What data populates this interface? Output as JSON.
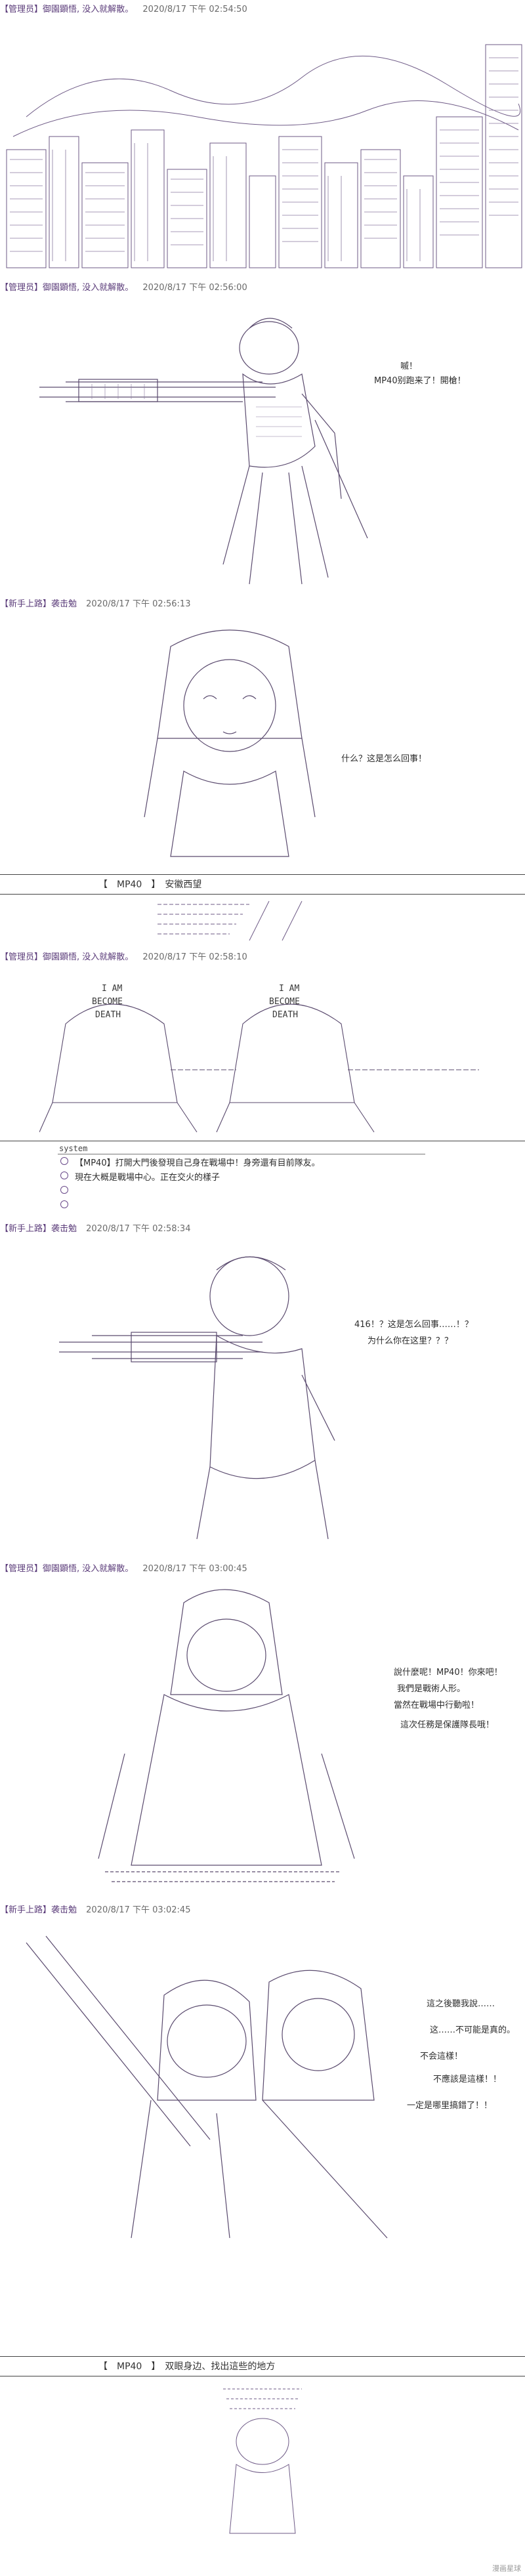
{
  "posts": [
    {
      "author": "【管理员】御園顕悟, 没入就解散。",
      "time": "2020/8/17 下午 02:54:50"
    },
    {
      "author": "【管理员】御園顕悟, 没入就解散。",
      "time": "2020/8/17 下午 02:56:00",
      "speech": [
        "嘁！",
        "MP40别跑来了！開槍！"
      ]
    },
    {
      "author": "【新手上路】袭击勉",
      "time": "2020/8/17 下午 02:56:13",
      "speech": [
        "什么？这是怎么回事！"
      ]
    },
    {
      "author": "【管理员】御園顕悟, 没入就解散。",
      "time": "2020/8/17 下午 02:58:10",
      "art_text": [
        "I AM",
        "BECOME",
        "DEATH"
      ]
    },
    {
      "author": "【新手上路】袭击勉",
      "time": "2020/8/17 下午 02:58:34",
      "speech": [
        "416！？这是怎么回事……！？",
        "为什么你在这里？？？"
      ]
    },
    {
      "author": "【管理员】御園顕悟, 没入就解散。",
      "time": "2020/8/17 下午 03:00:45",
      "speech": [
        "說什麼呢！MP40！你來吧！",
        "我們是戰術人形。",
        "當然在戰場中行動啦！",
        "這次任務是保護隊長哦！"
      ]
    },
    {
      "author": "【新手上路】袭击勉",
      "time": "2020/8/17 下午 03:02:45",
      "speech": [
        "這之後聽我說……",
        "这……不可能是真的。",
        "不会這樣！",
        "不應該是這樣！！",
        "一定是哪里搞錯了！！"
      ]
    }
  ],
  "scenes": [
    {
      "label": "【　MP40　】　安徽西望"
    },
    {
      "label": "【　MP40　】　双眼身边、找出這些的地方"
    }
  ],
  "system": {
    "title": "system",
    "lines": [
      "【MP40】打開大門後發現自己身在戰場中！身旁還有目前隊友。",
      "現在大概是戰場中心。正在交火的樣子",
      "",
      ""
    ]
  },
  "watermark": "漫画星球",
  "colors": {
    "art_stroke": "#5a4a6e",
    "header": "#4a3a5e"
  }
}
